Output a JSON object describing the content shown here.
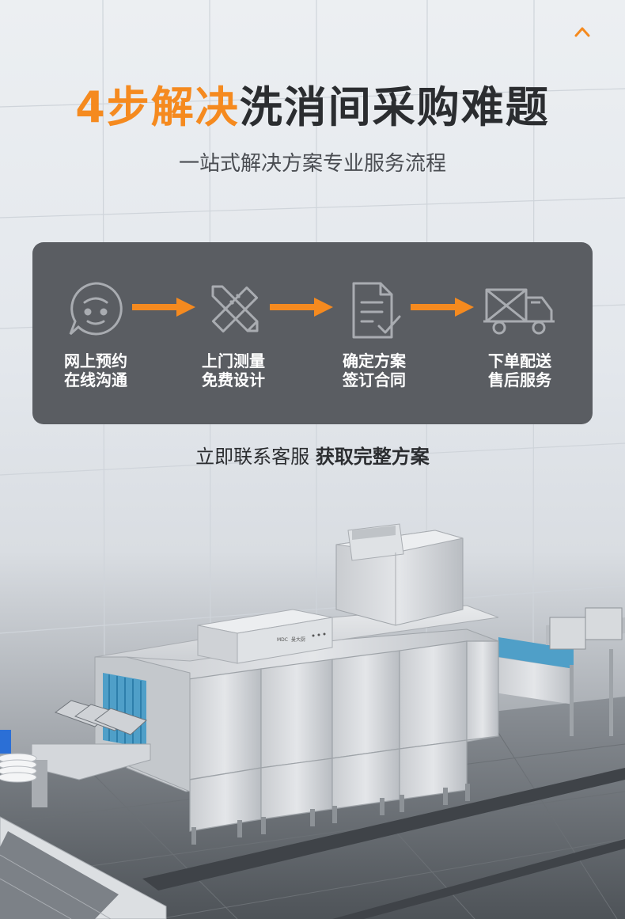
{
  "header": {
    "title_accent": "4步解决",
    "title_rest": "洗消间采购难题",
    "subtitle": "一站式解决方案专业服务流程",
    "scroll_up_icon": "chevron-up-icon"
  },
  "process": {
    "steps": [
      {
        "icon": "chat-bubble-icon",
        "line1": "网上预约",
        "line2": "在线沟通"
      },
      {
        "icon": "ruler-pencil-icon",
        "line1": "上门测量",
        "line2": "免费设计"
      },
      {
        "icon": "document-check-icon",
        "line1": "确定方案",
        "line2": "签订合同"
      },
      {
        "icon": "delivery-truck-icon",
        "line1": "下单配送",
        "line2": "售后服务"
      }
    ],
    "arrow_icon": "arrow-right-icon"
  },
  "cta": {
    "normal": "立即联系客服",
    "bold": "获取完整方案"
  },
  "machine": {
    "brand": "MDC",
    "brand_cn": "曼大厨"
  },
  "colors": {
    "accent": "#f58a1f",
    "panel_bg": "#5a5d62",
    "heading": "#2b2d30"
  }
}
